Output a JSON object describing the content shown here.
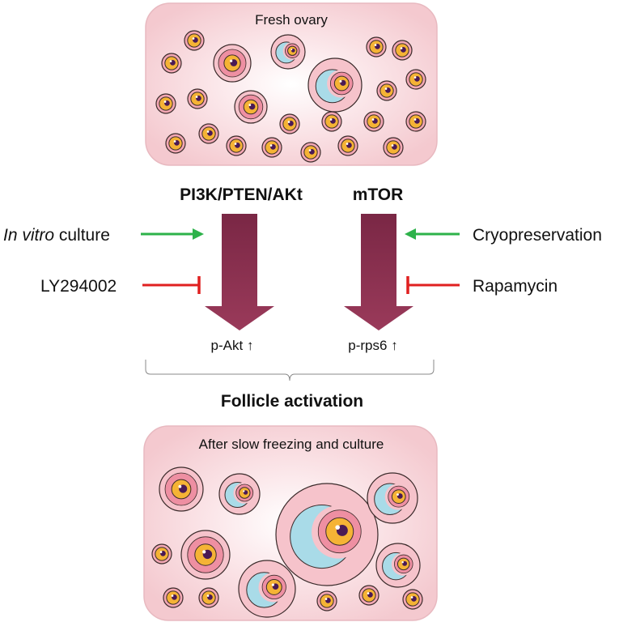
{
  "top_panel": {
    "title": "Fresh ovary"
  },
  "bottom_panel": {
    "title": "After slow freezing and culture"
  },
  "pathways": {
    "left": {
      "name": "PI3K/PTEN/AKt",
      "readout": "p-Akt ↑"
    },
    "right": {
      "name": "mTOR",
      "readout": "p-rps6 ↑"
    }
  },
  "modulators": {
    "in_vitro_italic": "In vitro",
    "in_vitro_rest": " culture",
    "ly294002": "LY294002",
    "cryopreservation": "Cryopreservation",
    "rapamycin": "Rapamycin"
  },
  "outcome": "Follicle activation",
  "colors": {
    "panel_fill": "#f7d3d8",
    "panel_stroke": "#e6b5bd",
    "arrow": "#8a2e4e",
    "activator": "#2db24a",
    "inhibitor": "#e02020",
    "granulosa": "#f2a7b3",
    "antrum": "#a9dbe8",
    "oocyte": "#f5b335",
    "nucleus": "#4a1a55"
  },
  "icons": {
    "activator_arrow": "green-arrow-icon",
    "inhibitor_bar": "red-inhibition-icon",
    "follicle": "ovarian-follicle-icon"
  }
}
